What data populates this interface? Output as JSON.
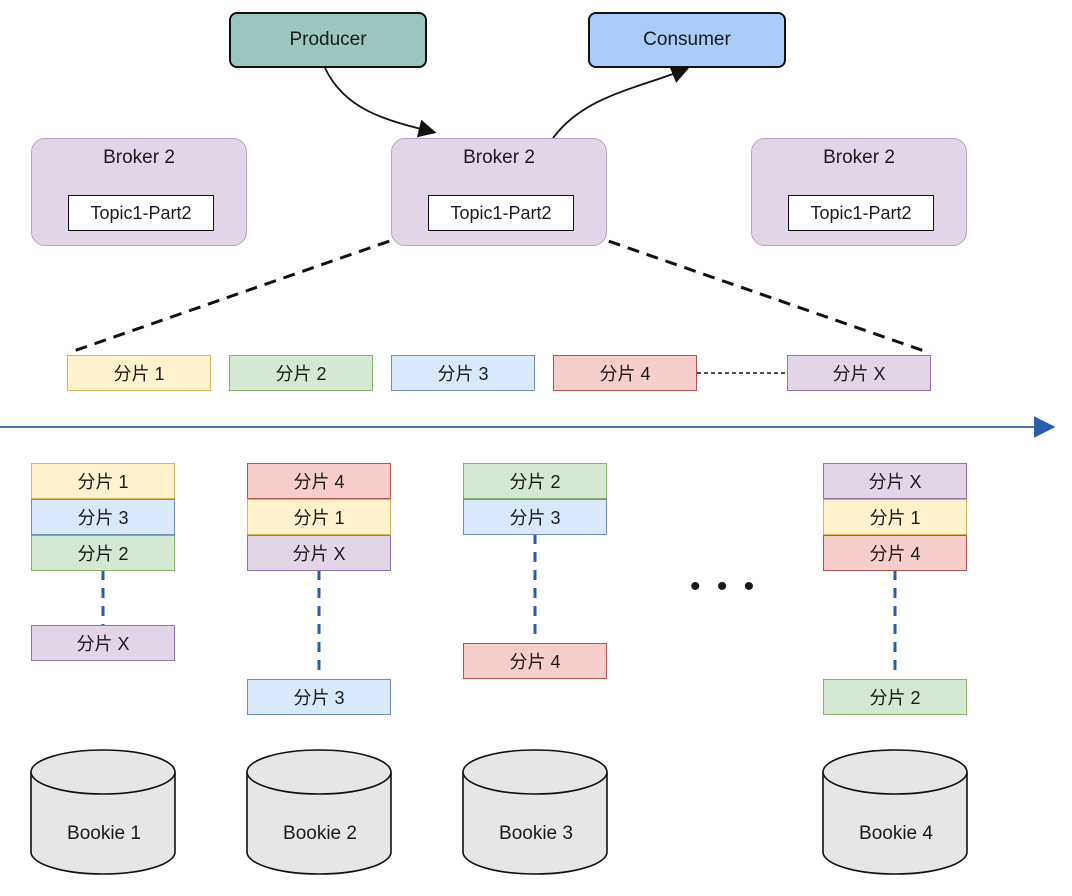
{
  "producer": {
    "label": "Producer",
    "color": "#9ac7bf"
  },
  "consumer": {
    "label": "Consumer",
    "color": "#a9cdfb"
  },
  "brokers": [
    {
      "title": "Broker 2",
      "topic": "Topic1-Part2"
    },
    {
      "title": "Broker 2",
      "topic": "Topic1-Part2"
    },
    {
      "title": "Broker 2",
      "topic": "Topic1-Part2"
    }
  ],
  "segments_row": [
    "分片 1",
    "分片 2",
    "分片 3",
    "分片 4",
    "分片 X"
  ],
  "bookies": [
    {
      "name": "Bookie 1",
      "segments": [
        "分片 1",
        "分片 3",
        "分片 2",
        "分片 X"
      ]
    },
    {
      "name": "Bookie 2",
      "segments": [
        "分片 4",
        "分片 1",
        "分片 X",
        "分片 3"
      ]
    },
    {
      "name": "Bookie 3",
      "segments": [
        "分片 2",
        "分片 3",
        "分片 4"
      ]
    },
    {
      "name": "Bookie 4",
      "segments": [
        "分片 X",
        "分片 1",
        "分片 4",
        "分片 2"
      ]
    }
  ],
  "ellipsis": "• • •",
  "colors": {
    "yellow": "#fff2cc",
    "green": "#d5e8d4",
    "blue": "#dae8fc",
    "red": "#f8cecc",
    "purple": "#e1d5e7",
    "timeline": "#2a5ea8",
    "dashed": "#2a5ea8"
  }
}
